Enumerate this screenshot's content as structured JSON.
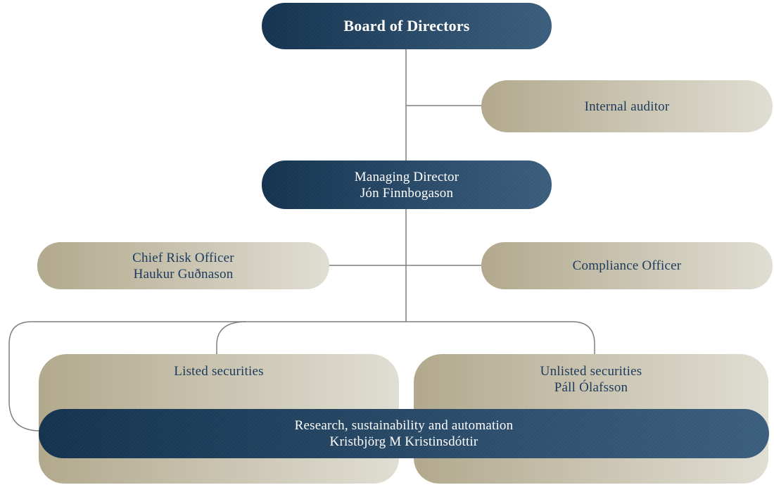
{
  "colors": {
    "node_navy_start": "#143350",
    "node_navy_end": "#3c5f7e",
    "node_beige_start": "#b2a98d",
    "node_beige_end": "#e0ded3",
    "text_on_navy": "#ffffff",
    "text_on_beige": "#1c3a5e",
    "connector": "#7f7f7f",
    "background": "#ffffff"
  },
  "nodes": {
    "board": {
      "line1": "Board of Directors"
    },
    "internal_auditor": {
      "line1": "Internal auditor"
    },
    "managing_director": {
      "line1": "Managing Director",
      "line2": "Jón Finnbogason"
    },
    "chief_risk_officer": {
      "line1": "Chief Risk Officer",
      "line2": "Haukur Guðnason"
    },
    "compliance_officer": {
      "line1": "Compliance Officer"
    },
    "listed_securities": {
      "line1": "Listed securities"
    },
    "unlisted_securities": {
      "line1": "Unlisted securities",
      "line2": "Páll Ólafsson"
    },
    "research": {
      "line1": "Research, sustainability and automation",
      "line2": "Kristbjörg M Kristinsdóttir"
    }
  }
}
